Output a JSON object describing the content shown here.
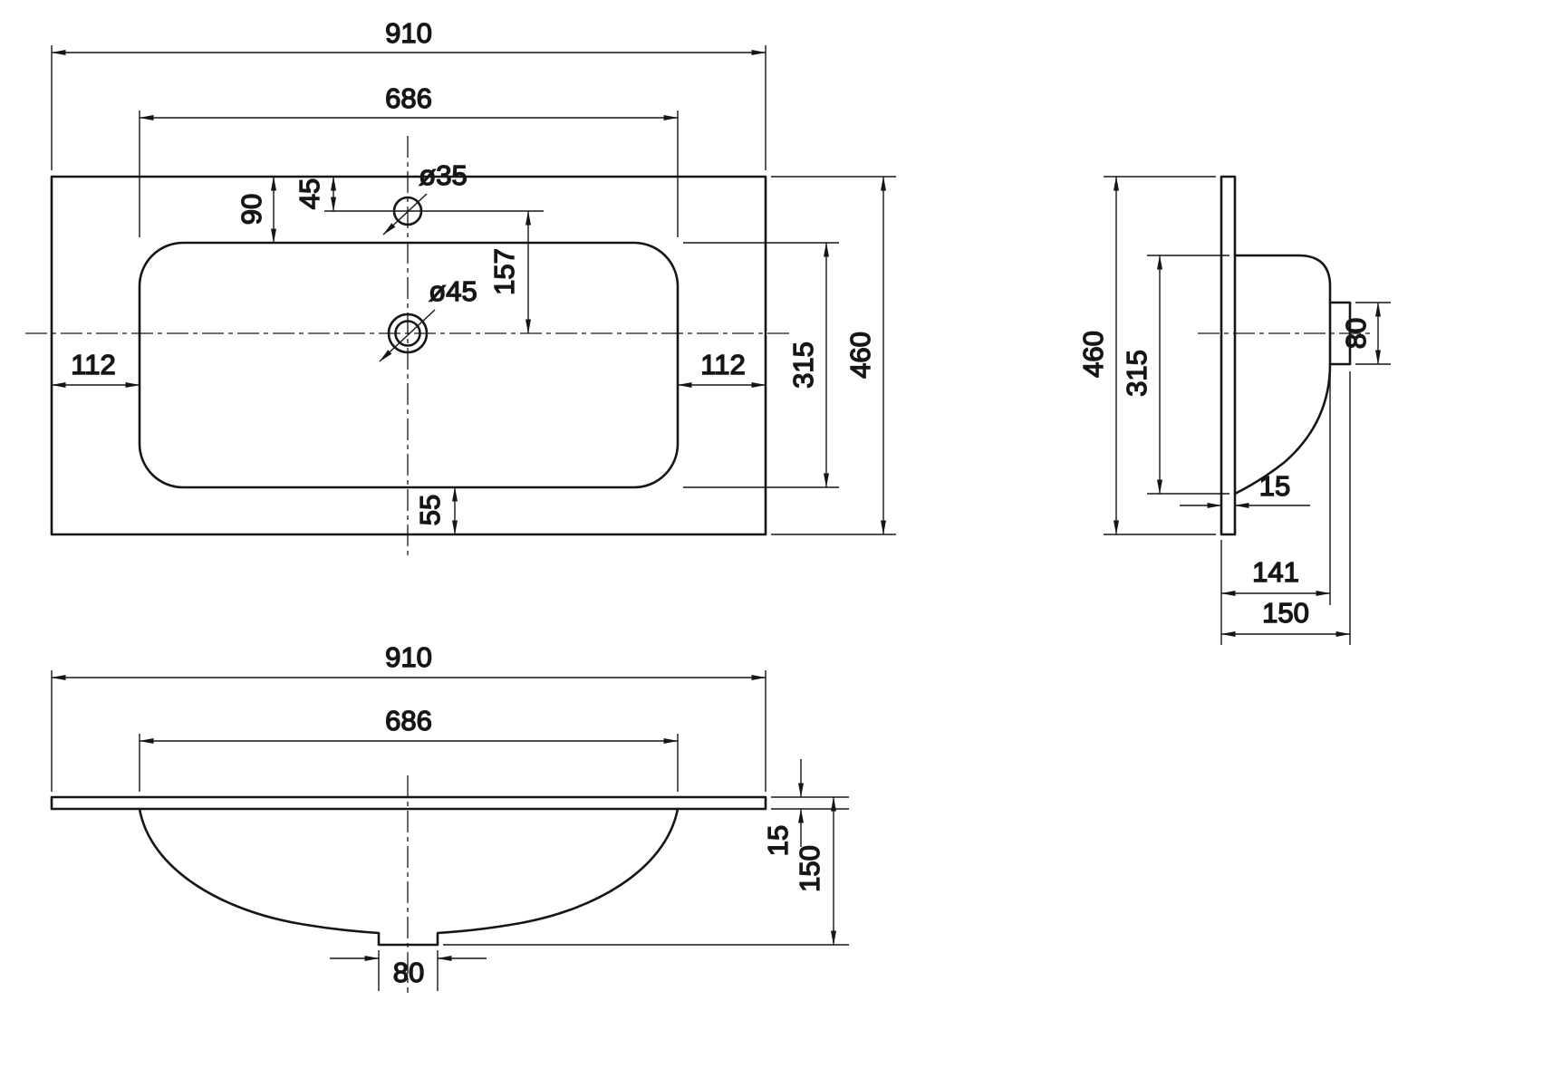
{
  "views": {
    "top": {
      "overall_width": "910",
      "basin_width": "686",
      "basin_top_offset": "90",
      "faucet_hole_offset": "45",
      "faucet_hole_diameter": "ø35",
      "drain_hole_diameter": "ø45",
      "faucet_to_drain": "157",
      "left_offset": "112",
      "right_offset": "112",
      "basin_depth": "315",
      "overall_depth": "460",
      "bottom_offset": "55"
    },
    "side": {
      "overall_height": "460",
      "basin_opening_height": "315",
      "outlet_height": "80",
      "panel_thickness": "15",
      "bowl_depth": "141",
      "overall_depth": "150"
    },
    "front": {
      "overall_width": "910",
      "basin_width": "686",
      "slab_thickness": "15",
      "overall_height": "150",
      "drain_width": "80"
    }
  }
}
